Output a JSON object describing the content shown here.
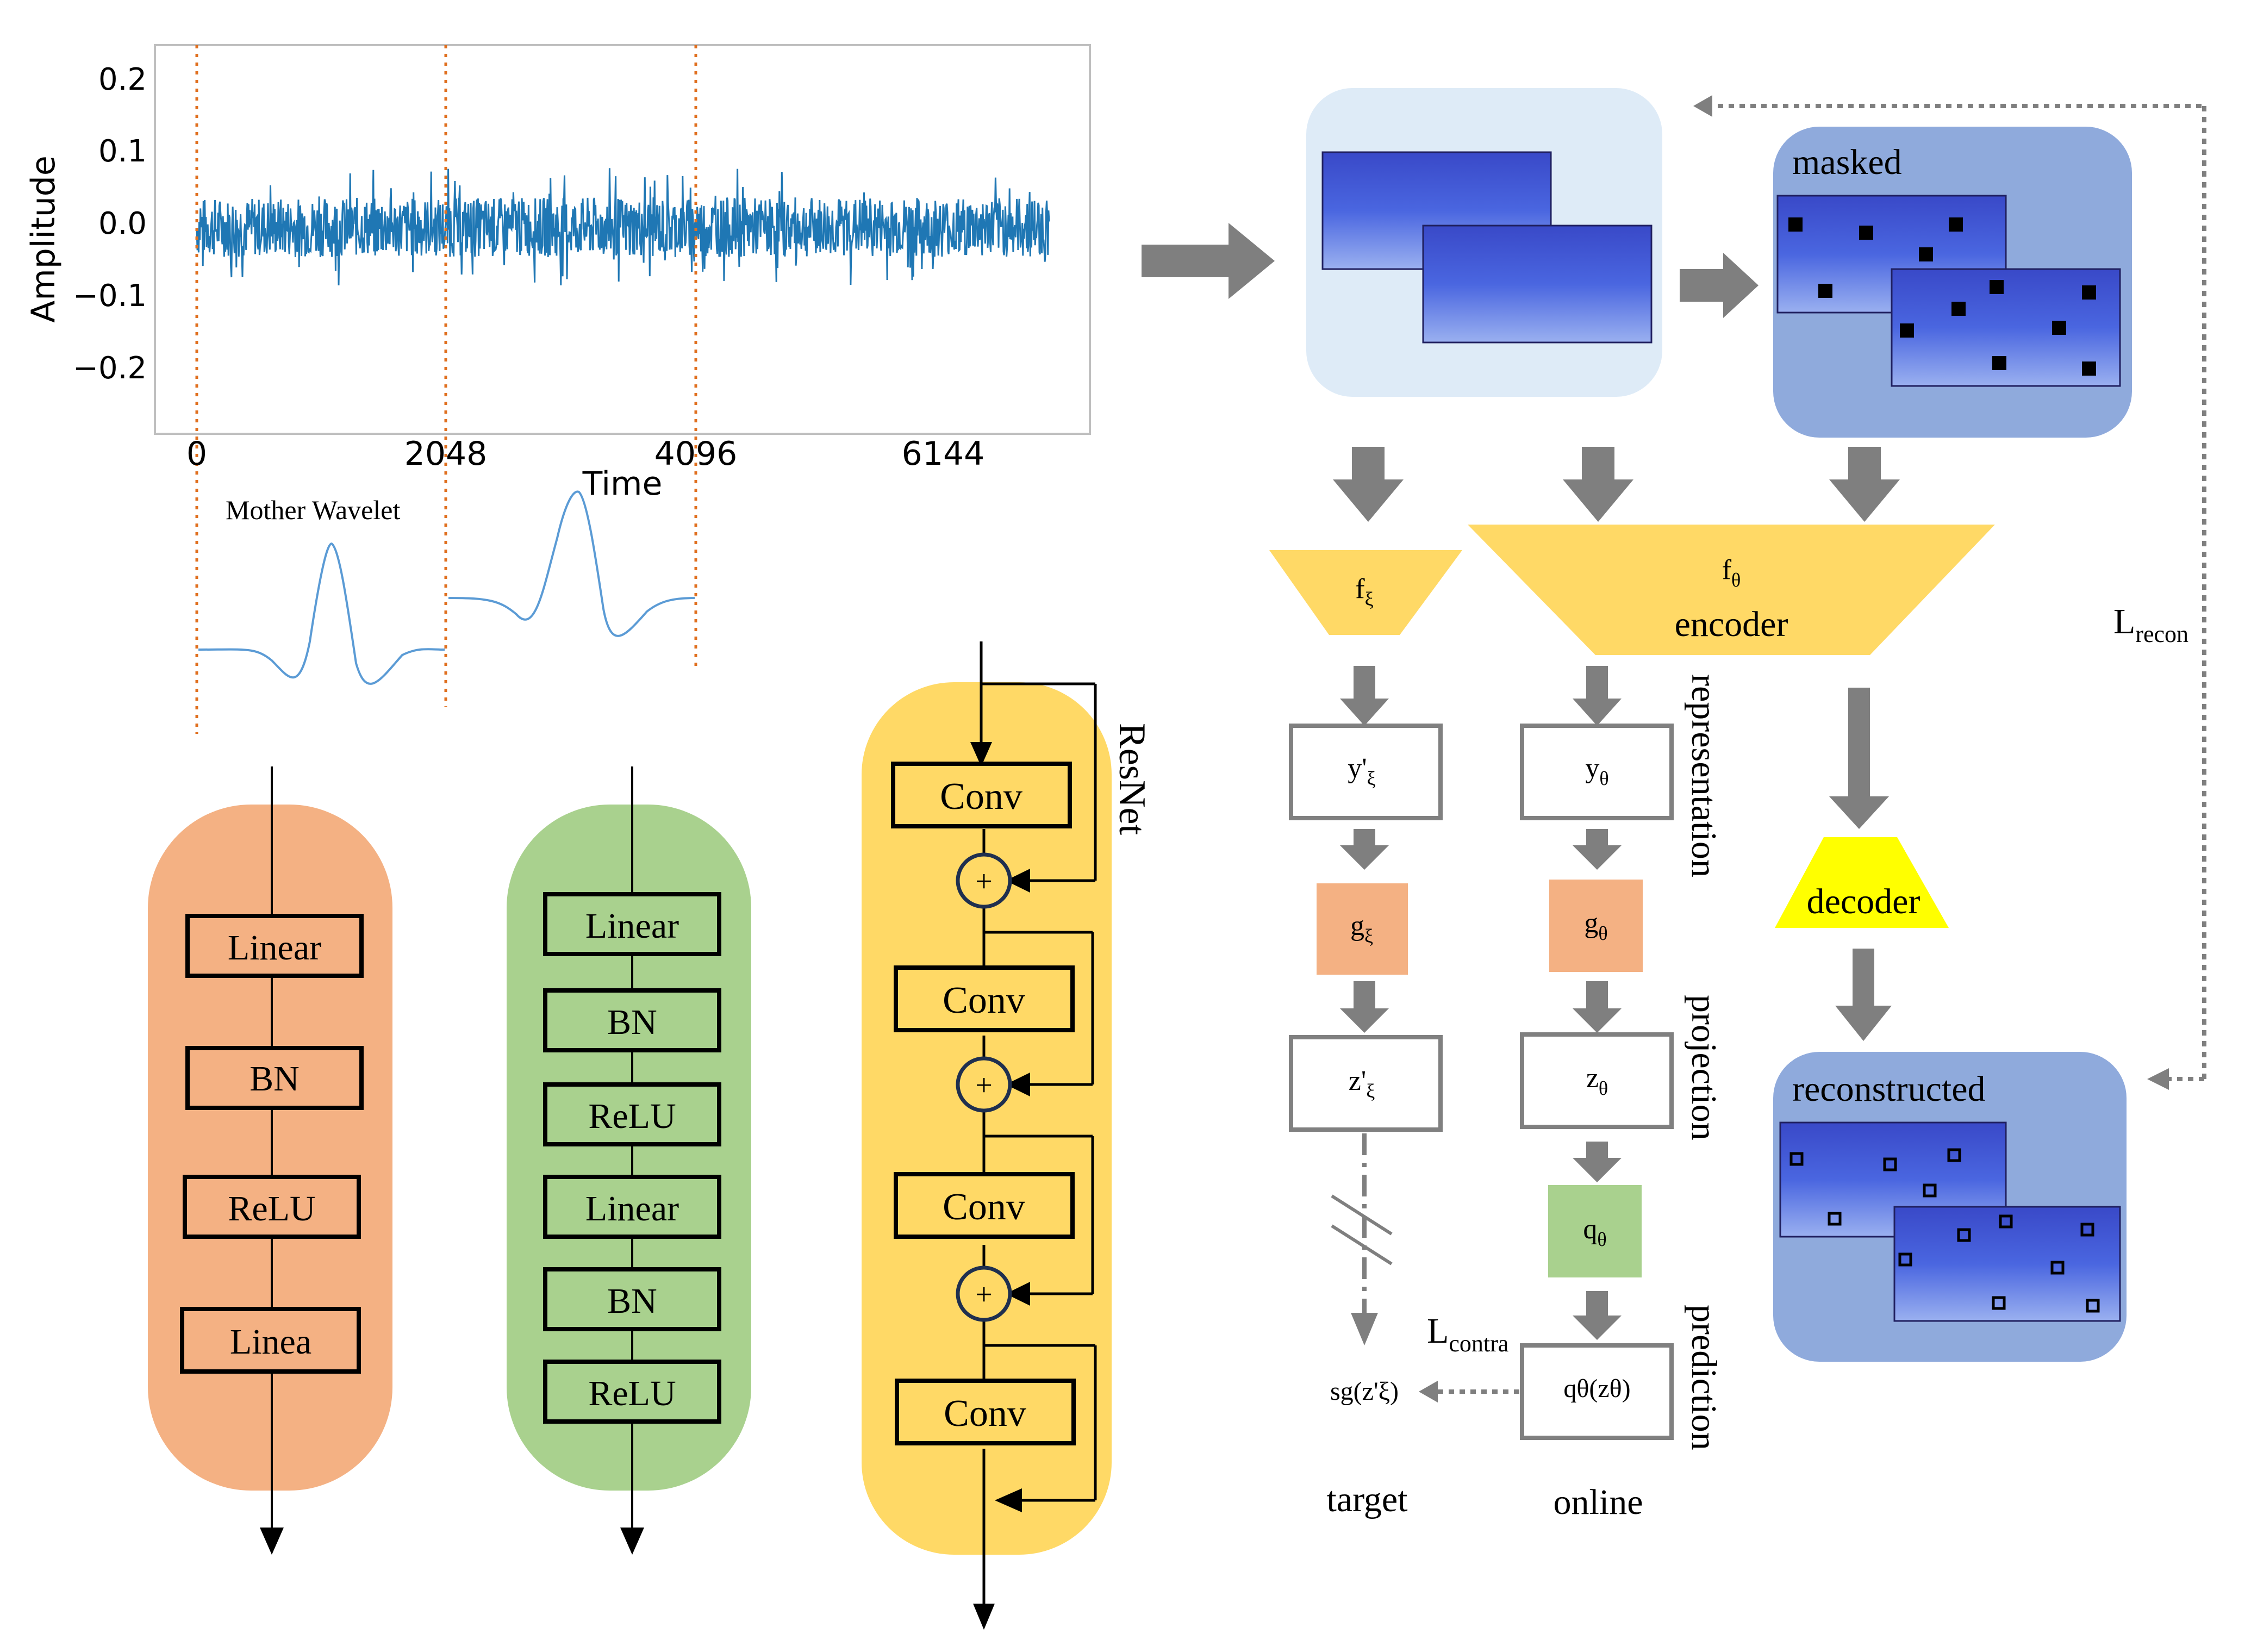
{
  "signal_plot": {
    "ylabel": "Amplitude",
    "xlabel": "Time",
    "yticks": [
      "0.2",
      "0.1",
      "0.0",
      "−0.1",
      "−0.2"
    ],
    "xticks": [
      "0",
      "2048",
      "4096",
      "6144"
    ],
    "line_color": "#1f77b4",
    "segment_color": "#e07020"
  },
  "wavelet": {
    "label": "Mother Wavelet"
  },
  "pipeline": {
    "masked_label": "masked",
    "reconstructed_label": "reconstructed",
    "loss_recon_main": "L",
    "loss_recon_sub": "recon",
    "loss_contra_main": "L",
    "loss_contra_sub": "contra",
    "encoder_f_main": "f",
    "encoder_f_sub": "θ",
    "encoder_label": "encoder",
    "target_f_main": "f",
    "target_f_sub": "ξ",
    "decoder_label": "decoder",
    "target_rep_main": "y'",
    "target_rep_sub": "ξ",
    "online_rep_main": "y",
    "online_rep_sub": "θ",
    "target_proj_head_main": "g",
    "target_proj_head_sub": "ξ",
    "online_proj_head_main": "g",
    "online_proj_head_sub": "θ",
    "target_proj_main": "z'",
    "target_proj_sub": "ξ",
    "online_proj_main": "z",
    "online_proj_sub": "θ",
    "predictor_main": "q",
    "predictor_sub": "θ",
    "prediction_label": "qθ(zθ)",
    "sg_label": "sg(z'ξ)",
    "side_representation": "representation",
    "side_projection": "projection",
    "side_prediction": "prediction",
    "target_col_label": "target",
    "online_col_label": "online"
  },
  "mlp_orange": {
    "items": [
      "Linear",
      "BN",
      "ReLU",
      "Linea"
    ],
    "color": "#f4b183"
  },
  "mlp_green": {
    "items": [
      "Linear",
      "BN",
      "ReLU",
      "Linear",
      "BN",
      "ReLU"
    ],
    "color": "#a9d18e"
  },
  "resnet": {
    "label": "ResNet",
    "items": [
      "Conv",
      "Conv",
      "Conv",
      "Conv"
    ],
    "add_symbol": "+",
    "color": "#ffd966"
  },
  "colors": {
    "blue_panel_light": "#deebf7",
    "blue_panel": "#8faadc",
    "yellow": "#ffd966",
    "decoder_yellow": "#ffff00",
    "orange_box": "#f4b183",
    "green_box": "#a9d18e",
    "arrow_gray": "#7f7f7f"
  }
}
